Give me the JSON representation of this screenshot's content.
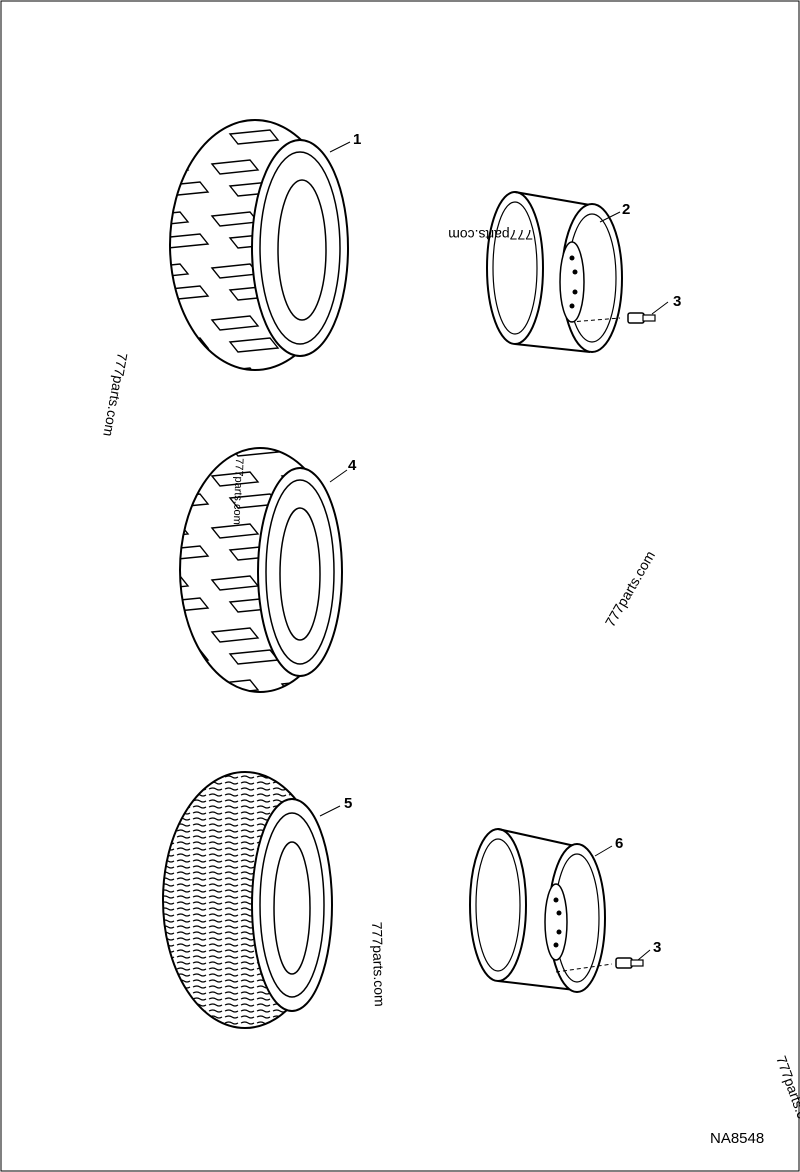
{
  "diagram": {
    "reference_code": "NA8548",
    "callouts": {
      "part1": "1",
      "part2": "2",
      "part3a": "3",
      "part4": "4",
      "part5": "5",
      "part6": "6",
      "part3b": "3"
    },
    "watermarks": {
      "wm1": "777parts.com",
      "wm2": "777parts.com",
      "wm3": "777parts.com",
      "wm4": "777parts.com",
      "wm5": "777parts.com",
      "wm6": "777parts.c"
    }
  }
}
